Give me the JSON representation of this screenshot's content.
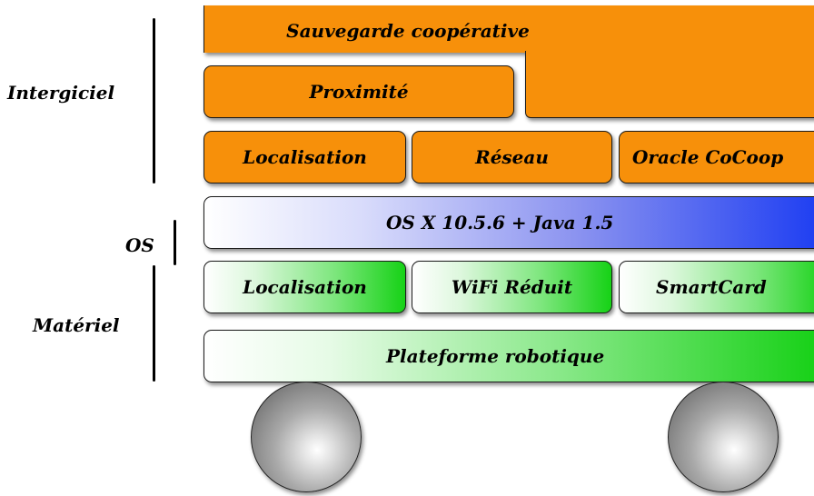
{
  "layers": {
    "middleware_label": "Intergiciel",
    "os_label": "OS",
    "hardware_label": "Matériel"
  },
  "middleware": {
    "cooperative_backup": "Sauvegarde coopérative",
    "proximity": "Proximité",
    "localisation": "Localisation",
    "network": "Réseau",
    "oracle": "Oracle CoCoop"
  },
  "os": {
    "platform": "OS X 10.5.6 + Java 1.5"
  },
  "hardware": {
    "localisation": "Localisation",
    "wifi": "WiFi Réduit",
    "smartcard": "SmartCard",
    "robot_platform": "Plateforme robotique"
  },
  "colors": {
    "middleware": "#f7900a",
    "os_gradient_end": "#1a3bf2",
    "hardware_gradient_end": "#16d216",
    "wheel": "#8a8a8a"
  }
}
